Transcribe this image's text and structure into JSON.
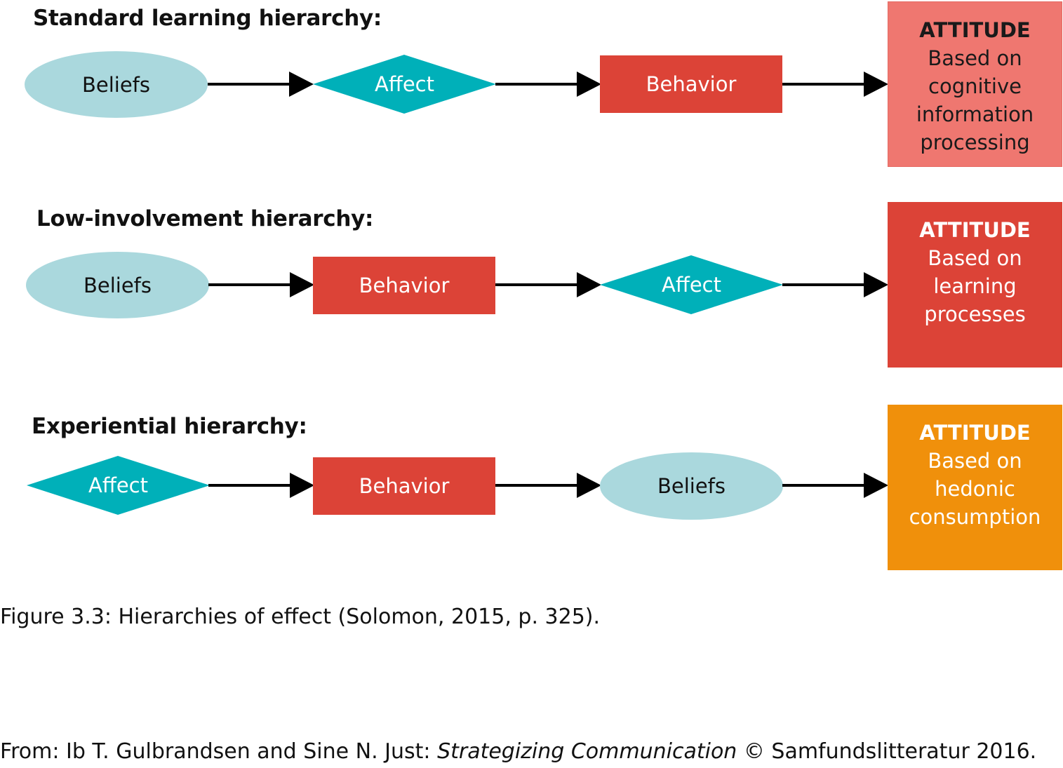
{
  "rows": [
    {
      "title": "Standard learning hierarchy:",
      "nodes": [
        "Beliefs",
        "Affect",
        "Behavior"
      ],
      "attitude": {
        "head": "ATTITUDE",
        "lines": [
          "Based on",
          "cognitive",
          "information",
          "processing"
        ],
        "color": "#ef7770"
      }
    },
    {
      "title": "Low-involvement hierarchy:",
      "nodes": [
        "Beliefs",
        "Behavior",
        "Affect"
      ],
      "attitude": {
        "head": "ATTITUDE",
        "lines": [
          "Based on",
          "learning",
          "processes"
        ],
        "color": "#dc4337"
      }
    },
    {
      "title": "Experiential hierarchy:",
      "nodes": [
        "Affect",
        "Behavior",
        "Beliefs"
      ],
      "attitude": {
        "head": "ATTITUDE",
        "lines": [
          "Based on",
          "hedonic",
          "consumption"
        ],
        "color": "#f0900b"
      }
    }
  ],
  "shape_colors": {
    "beliefs": "#aad8dd",
    "affect": "#00b0b9",
    "behavior": "#dc4337",
    "arrow": "#000000"
  },
  "caption": "Figure 3.3: Hierarchies of effect (Solomon, 2015, p. 325).",
  "credit": {
    "prefix": "From: Ib T. Gulbrandsen and Sine N. Just: ",
    "book_title": "Strategizing Communication",
    "suffix": " © Samfundslitteratur 2016."
  }
}
